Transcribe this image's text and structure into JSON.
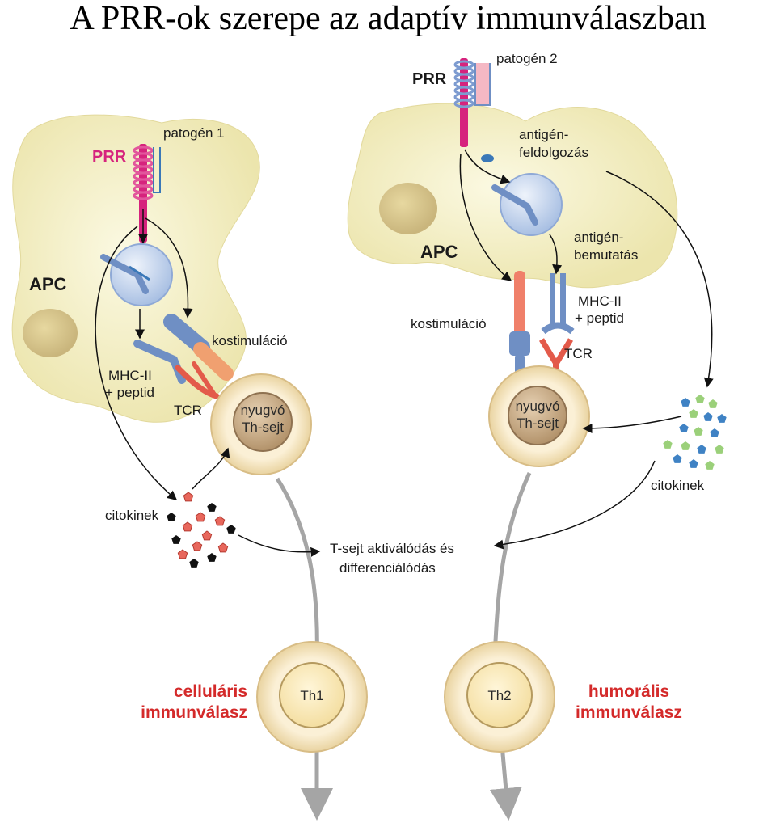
{
  "title": "A PRR-ok szerepe az adaptív immunválaszban",
  "left": {
    "prr": "PRR",
    "pathogen": "patogén 1",
    "apc": "APC",
    "costim": "kostimuláció",
    "mhc_line1": "MHC-II",
    "mhc_line2": "+ peptid",
    "tcr": "TCR",
    "cell_line1": "nyugvó",
    "cell_line2": "Th-sejt",
    "cytokines": "citokinek",
    "result_cell": "Th1",
    "response_line1": "celluláris",
    "response_line2": "immunválasz"
  },
  "right": {
    "prr": "PRR",
    "pathogen": "patogén 2",
    "processing_line1": "antigén-",
    "processing_line2": "feldolgozás",
    "presentation_line1": "antigén-",
    "presentation_line2": "bemutatás",
    "apc": "APC",
    "costim": "kostimuláció",
    "mhc_line1": "MHC-II",
    "mhc_line2": "+ peptid",
    "tcr": "TCR",
    "cell_line1": "nyugvó",
    "cell_line2": "Th-sejt",
    "cytokines": "citokinek",
    "result_cell": "Th2",
    "response_line1": "humorális",
    "response_line2": "immunválasz"
  },
  "center": {
    "activation_line1": "T-sejt aktiválódás és",
    "activation_line2": "differenciálódás"
  },
  "colors": {
    "apc_fill": "#f4f0c6",
    "prr_magenta": "#d6237d",
    "receptor_blue": "#6f8fc4",
    "tcr_red": "#e35a4a",
    "costim_orange": "#f0a070",
    "cell_ring": "#f7e9c4",
    "cell_core": "#c9a882",
    "cytokine_red": "#e8675c",
    "cytokine_black": "#111111",
    "cytokine_blue": "#3f82c4",
    "cytokine_green": "#9bd07a",
    "response_red": "#d42a2a"
  }
}
